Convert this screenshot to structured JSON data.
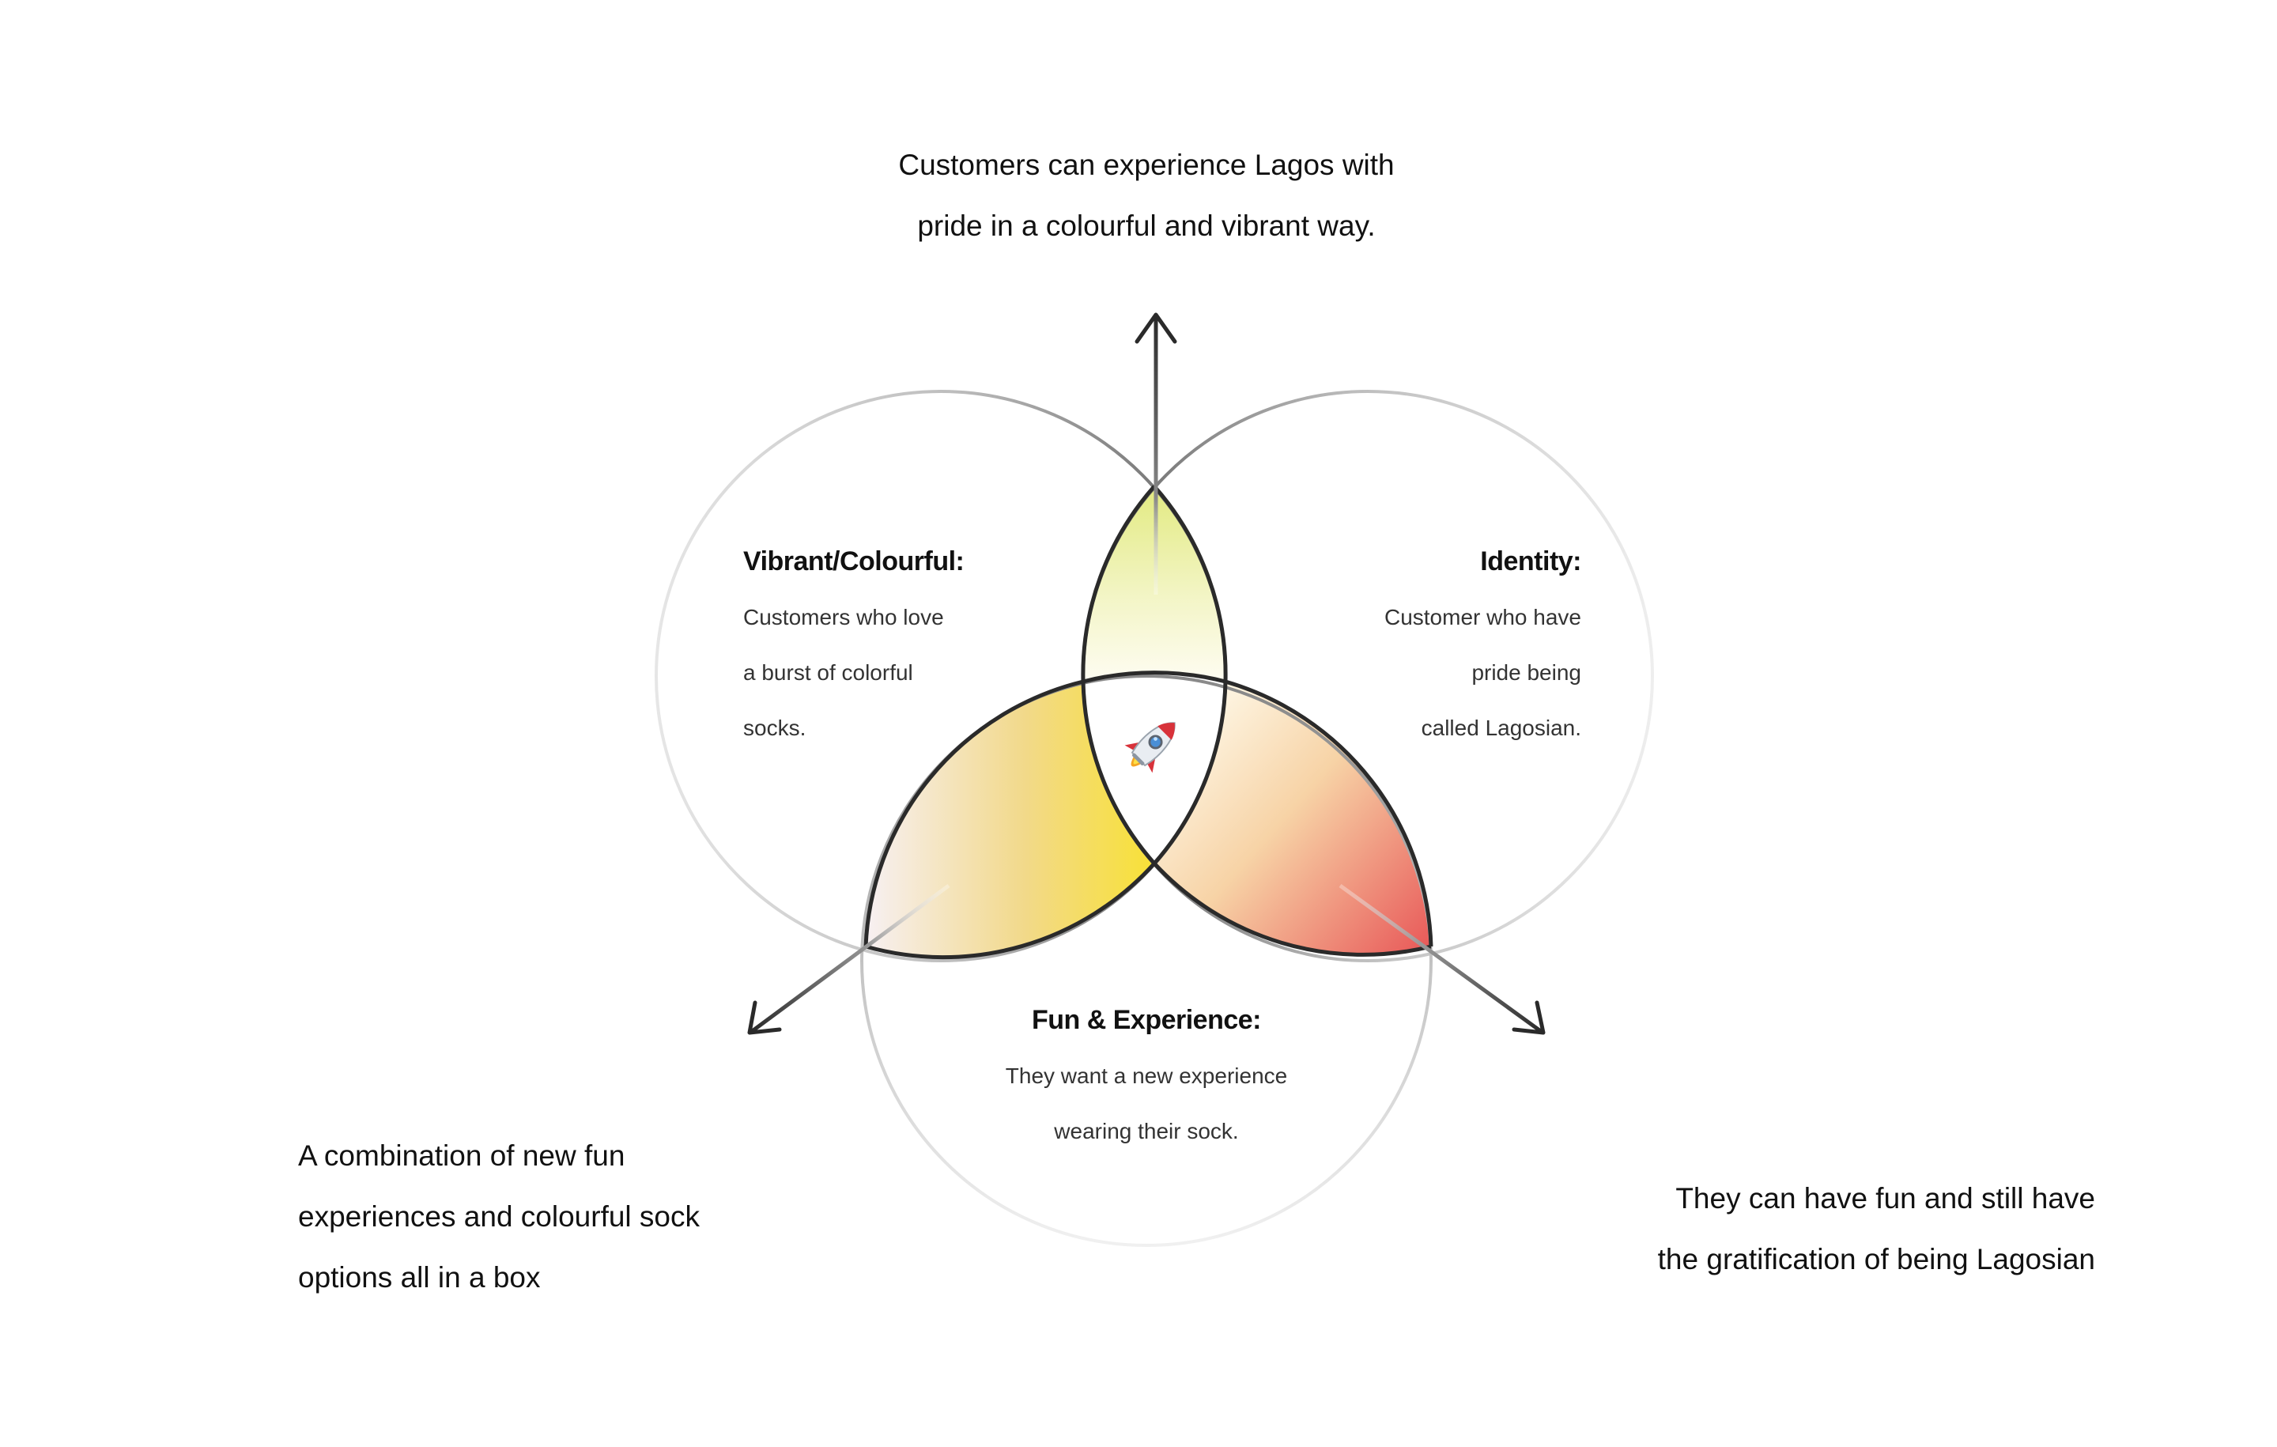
{
  "captions": {
    "top": {
      "lines": [
        "Customers can experience Lagos with",
        "pride in a colourful and vibrant way."
      ]
    },
    "bottom_left": {
      "lines": [
        "A combination of new fun",
        "experiences and colourful sock",
        "options all in a box"
      ]
    },
    "bottom_right": {
      "lines": [
        "They can have fun and still have",
        "the gratification of being Lagosian"
      ]
    }
  },
  "sets": {
    "vibrant": {
      "title": "Vibrant/Colourful:",
      "lines": [
        "Customers who love",
        "a burst of colorful",
        "socks."
      ]
    },
    "identity": {
      "title": "Identity:",
      "lines": [
        "Customer who have",
        "pride being",
        "called Lagosian."
      ]
    },
    "fun": {
      "title": "Fun & Experience:",
      "lines": [
        "They want a new experience",
        "wearing their sock."
      ]
    }
  },
  "center_icon": "rocket-icon",
  "colors": {
    "text": "#111111",
    "outline": "#2a2a2a",
    "yellow": "#f7e13a",
    "lime": "#e3ec8a",
    "red": "#e85a5a",
    "pink_tint": "#f6eef0"
  }
}
